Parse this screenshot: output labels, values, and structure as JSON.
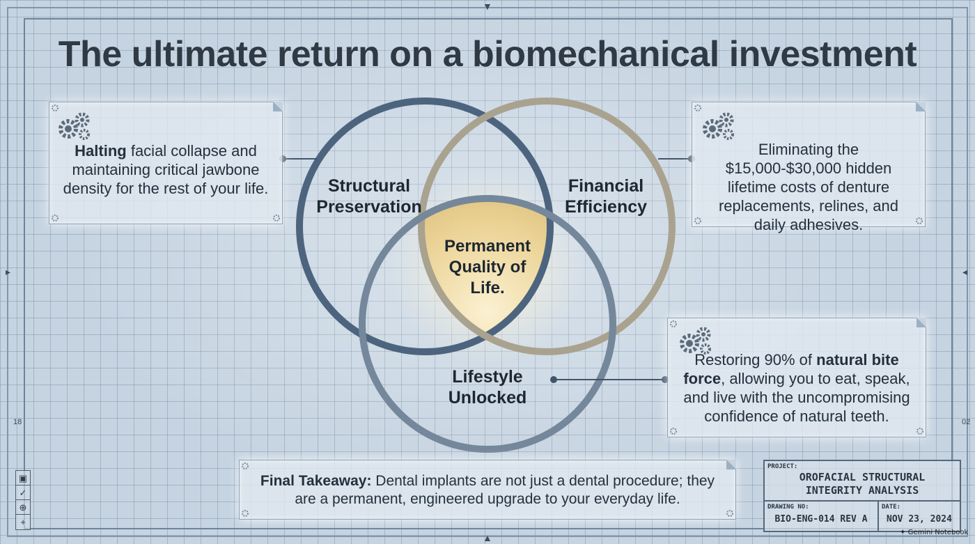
{
  "title": "The ultimate return on a biomechanical investment",
  "venn": {
    "circles": [
      {
        "label_lines": [
          "Structural",
          "Preservation"
        ],
        "color": "#4d647e"
      },
      {
        "label_lines": [
          "Financial",
          "Efficiency"
        ],
        "color": "#a9a28f"
      },
      {
        "label_lines": [
          "Lifestyle",
          "Unlocked"
        ],
        "color": "#75879a"
      }
    ],
    "center_lines": [
      "Permanent",
      "Quality of",
      "Life."
    ],
    "center_color": "#e4c47a"
  },
  "cards": {
    "structural": {
      "icon": "gears-icon",
      "bold": "Halting",
      "text": " facial collapse and maintaining critical jawbone density for the rest of your life."
    },
    "financial": {
      "icon": "gears-icon",
      "text": "Eliminating the $15,000-$30,000 hidden lifetime costs of denture replacements, relines, and daily adhesives."
    },
    "lifestyle": {
      "icon": "gears-icon",
      "pre": "Restoring 90% of ",
      "bold": "natural bite force",
      "post": ", allowing you to eat, speak, and live with the uncompromising confidence of natural teeth."
    },
    "takeaway": {
      "bold": "Final Takeaway:",
      "text": " Dental implants are not just a dental procedure; they are a permanent, engineered upgrade to your everyday life."
    }
  },
  "title_block": {
    "project_label": "PROJECT:",
    "project_value_lines": [
      "OROFACIAL STRUCTURAL",
      "INTEGRITY ANALYSIS"
    ],
    "drawing_label": "DRAWING NO:",
    "drawing_value": "BIO-ENG-014 REV A",
    "date_label": "DATE:",
    "date_value": "NOV 23, 2024"
  },
  "side_numbers": {
    "left": "18",
    "right": "02"
  },
  "left_toolbar": {
    "icons": [
      "frame-icon",
      "check-icon",
      "crosshair-icon",
      "plus-icon"
    ],
    "glyphs": [
      "▣",
      "✓",
      "⊕",
      "+"
    ]
  },
  "watermark": "Gemini Notebook",
  "colors": {
    "background": "#c6d4e1",
    "grid": "#465f7d",
    "text": "#1f2a36"
  }
}
